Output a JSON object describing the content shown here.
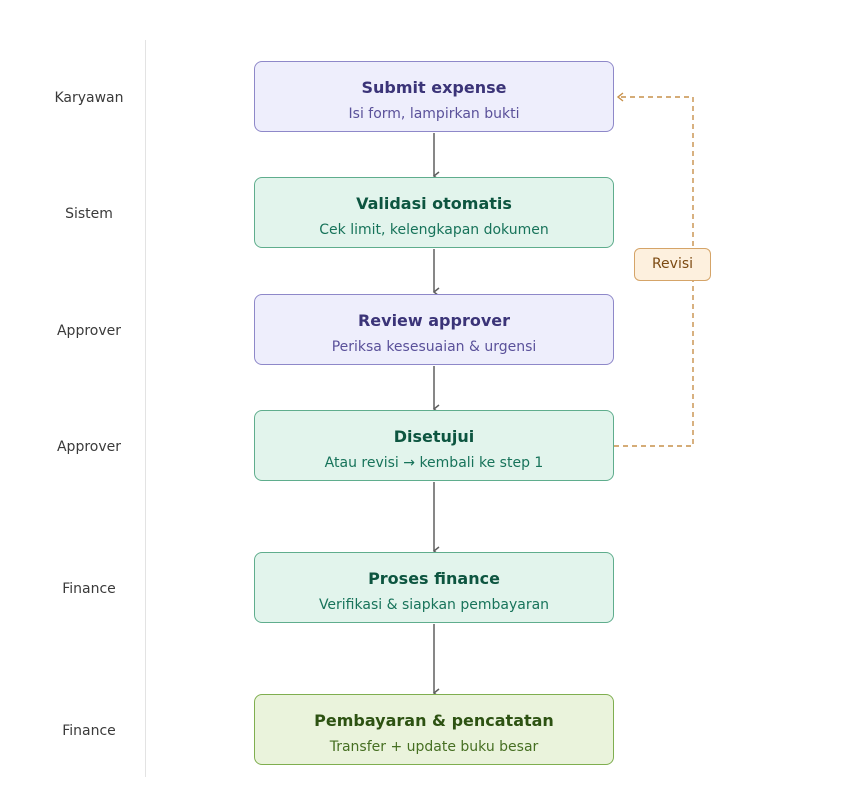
{
  "lanes": [
    {
      "label": "Karyawan"
    },
    {
      "label": "Sistem"
    },
    {
      "label": "Approver"
    },
    {
      "label": "Approver"
    },
    {
      "label": "Finance"
    },
    {
      "label": "Finance"
    }
  ],
  "steps": [
    {
      "title": "Submit expense",
      "subtitle": "Isi form, lampirkan bukti",
      "color": "#eeeefc"
    },
    {
      "title": "Validasi otomatis",
      "subtitle": "Cek limit, kelengkapan dokumen",
      "color": "#e2f4ec"
    },
    {
      "title": "Review approver",
      "subtitle": "Periksa kesesuaian & urgensi",
      "color": "#eeeefc"
    },
    {
      "title": "Disetujui",
      "subtitle": "Atau revisi → kembali ke step 1",
      "color": "#e2f4ec"
    },
    {
      "title": "Proses finance",
      "subtitle": "Verifikasi & siapkan pembayaran",
      "color": "#e2f4ec"
    },
    {
      "title": "Pembayaran & pencatatan",
      "subtitle": "Transfer + update buku besar",
      "color": "#eaf3dc"
    }
  ],
  "loop": {
    "label": "Revisi",
    "color": "#c7904a"
  },
  "arrow_color": "#5f5f5f"
}
